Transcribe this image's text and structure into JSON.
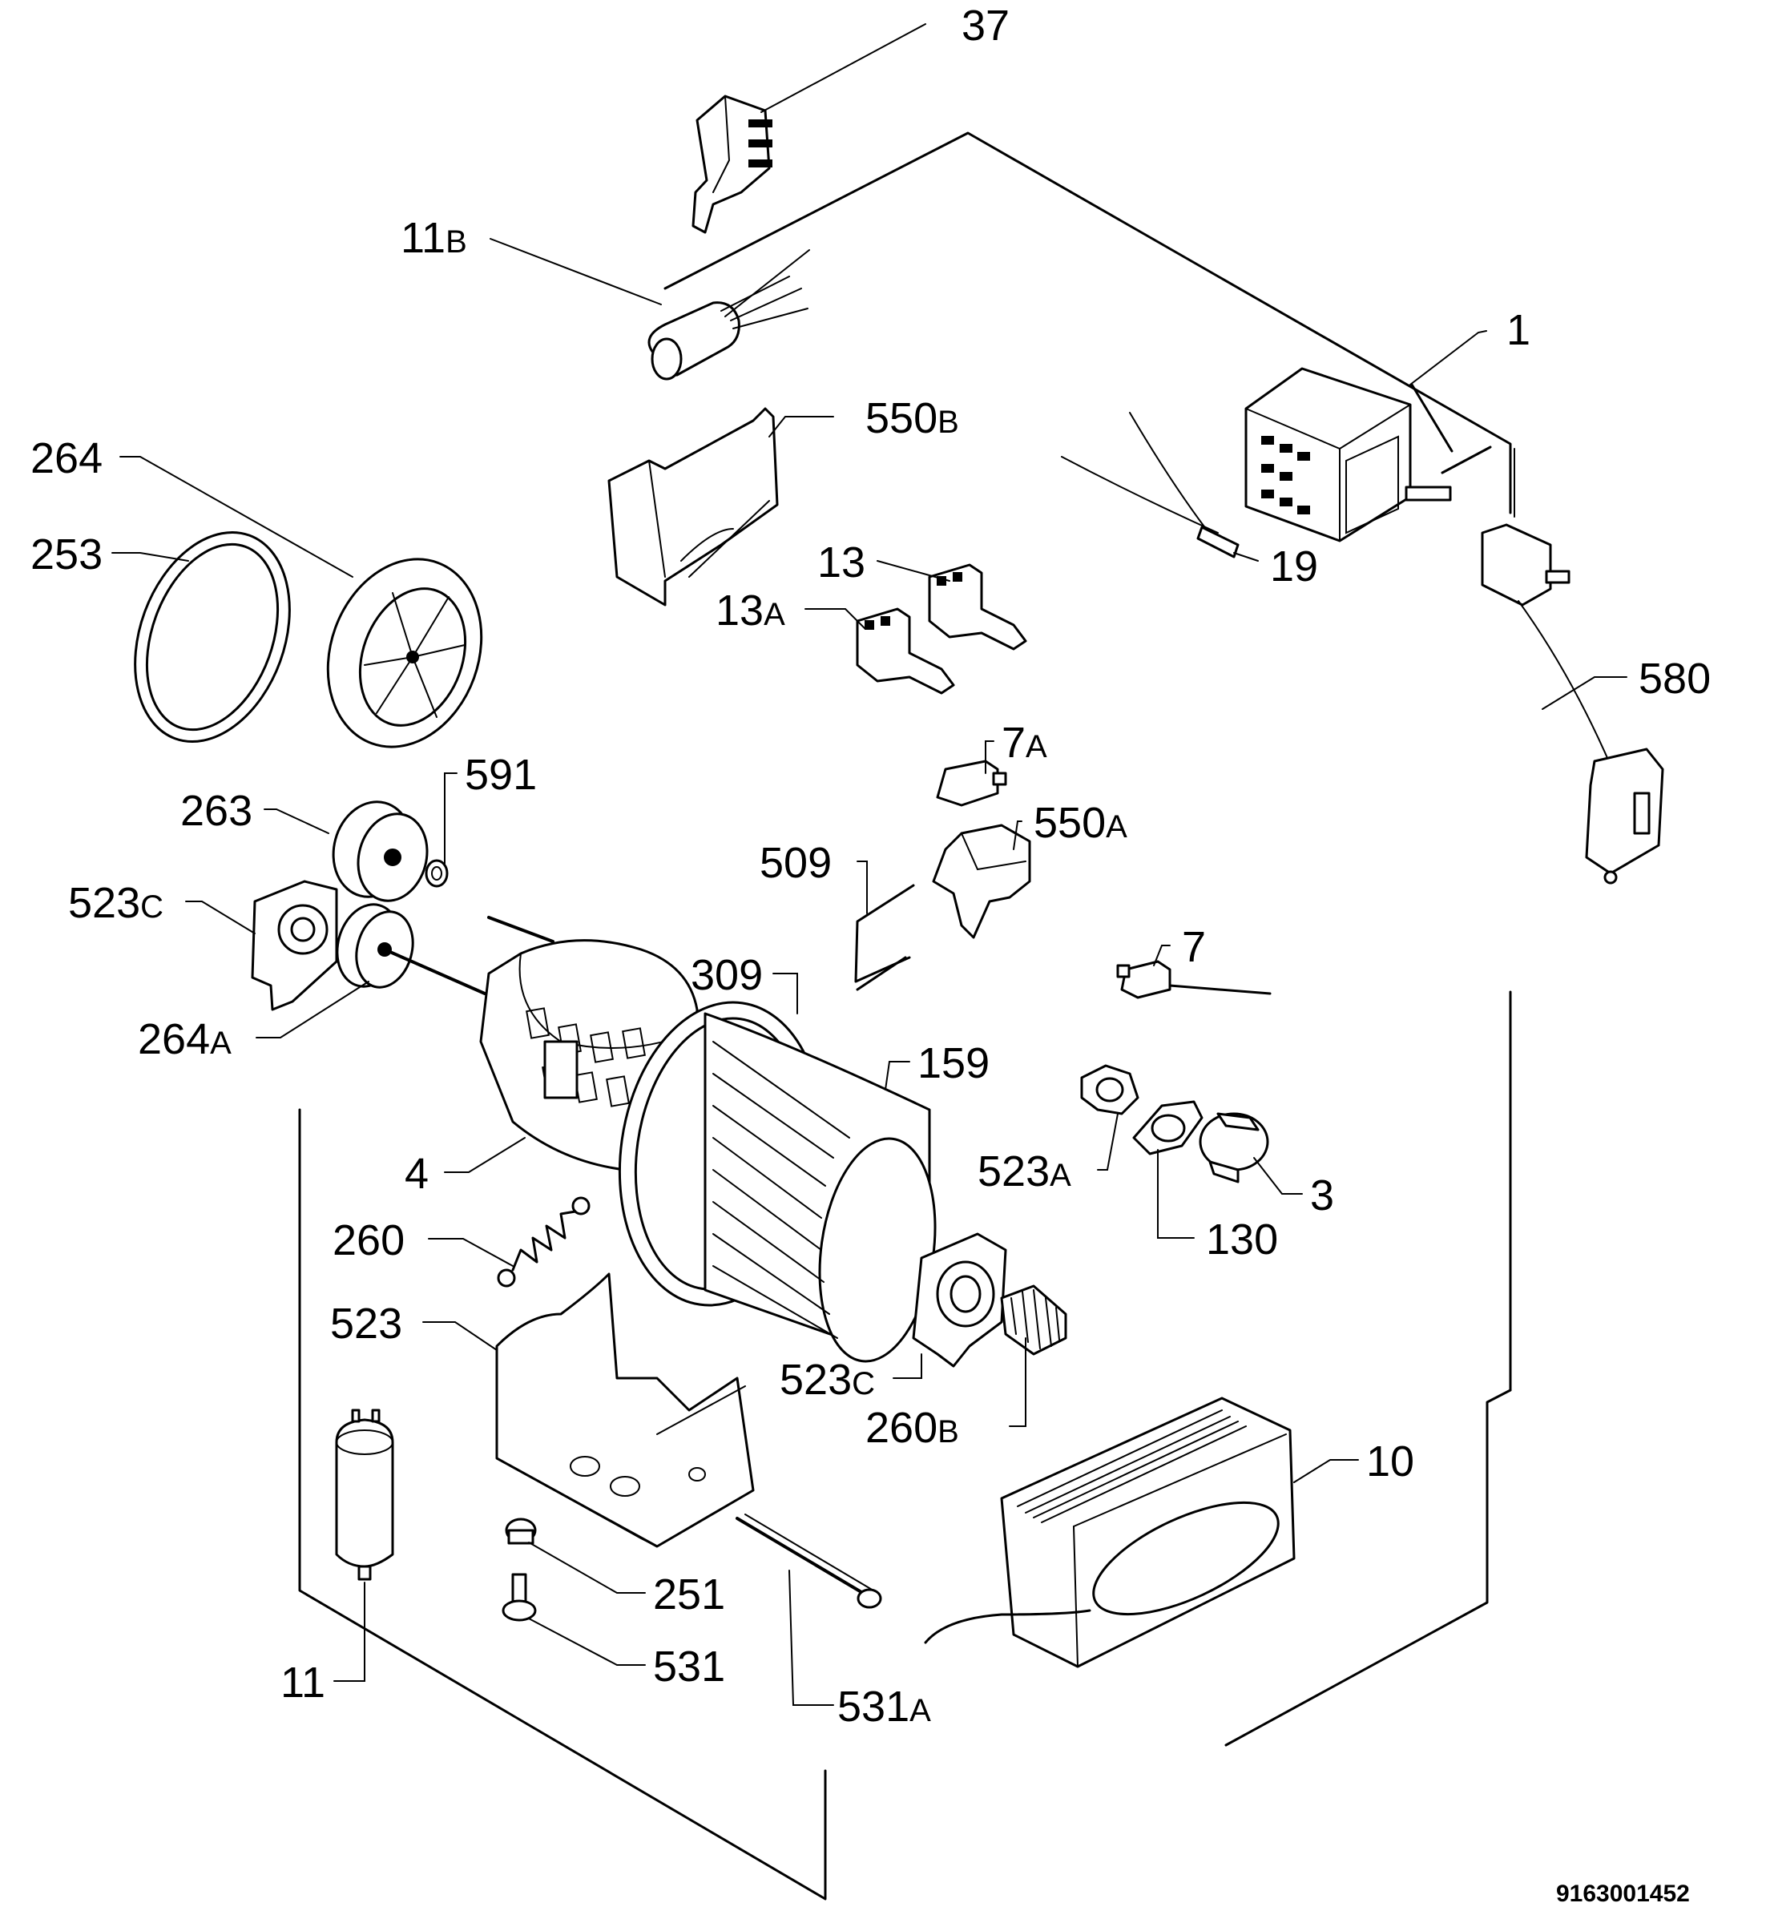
{
  "reference_number": "9163001452",
  "labels": [
    {
      "id": "37",
      "main": "37",
      "sub": ""
    },
    {
      "id": "11B",
      "main": "11",
      "sub": "B"
    },
    {
      "id": "1",
      "main": "1",
      "sub": ""
    },
    {
      "id": "550B",
      "main": "550",
      "sub": "B"
    },
    {
      "id": "264",
      "main": "264",
      "sub": ""
    },
    {
      "id": "253",
      "main": "253",
      "sub": ""
    },
    {
      "id": "13",
      "main": "13",
      "sub": ""
    },
    {
      "id": "13A",
      "main": "13",
      "sub": "A"
    },
    {
      "id": "19",
      "main": "19",
      "sub": ""
    },
    {
      "id": "580",
      "main": "580",
      "sub": ""
    },
    {
      "id": "591",
      "main": "591",
      "sub": ""
    },
    {
      "id": "7A",
      "main": "7",
      "sub": "A"
    },
    {
      "id": "263",
      "main": "263",
      "sub": ""
    },
    {
      "id": "550A",
      "main": "550",
      "sub": "A"
    },
    {
      "id": "523C_top",
      "main": "523",
      "sub": "C"
    },
    {
      "id": "509",
      "main": "509",
      "sub": ""
    },
    {
      "id": "7",
      "main": "7",
      "sub": ""
    },
    {
      "id": "309",
      "main": "309",
      "sub": ""
    },
    {
      "id": "264A",
      "main": "264",
      "sub": "A"
    },
    {
      "id": "159",
      "main": "159",
      "sub": ""
    },
    {
      "id": "4",
      "main": "4",
      "sub": ""
    },
    {
      "id": "523A",
      "main": "523",
      "sub": "A"
    },
    {
      "id": "3",
      "main": "3",
      "sub": ""
    },
    {
      "id": "260",
      "main": "260",
      "sub": ""
    },
    {
      "id": "130",
      "main": "130",
      "sub": ""
    },
    {
      "id": "523",
      "main": "523",
      "sub": ""
    },
    {
      "id": "523C_bottom",
      "main": "523",
      "sub": "C"
    },
    {
      "id": "260B",
      "main": "260",
      "sub": "B"
    },
    {
      "id": "10",
      "main": "10",
      "sub": ""
    },
    {
      "id": "251",
      "main": "251",
      "sub": ""
    },
    {
      "id": "531",
      "main": "531",
      "sub": ""
    },
    {
      "id": "11",
      "main": "11",
      "sub": ""
    },
    {
      "id": "531A",
      "main": "531",
      "sub": "A"
    }
  ]
}
